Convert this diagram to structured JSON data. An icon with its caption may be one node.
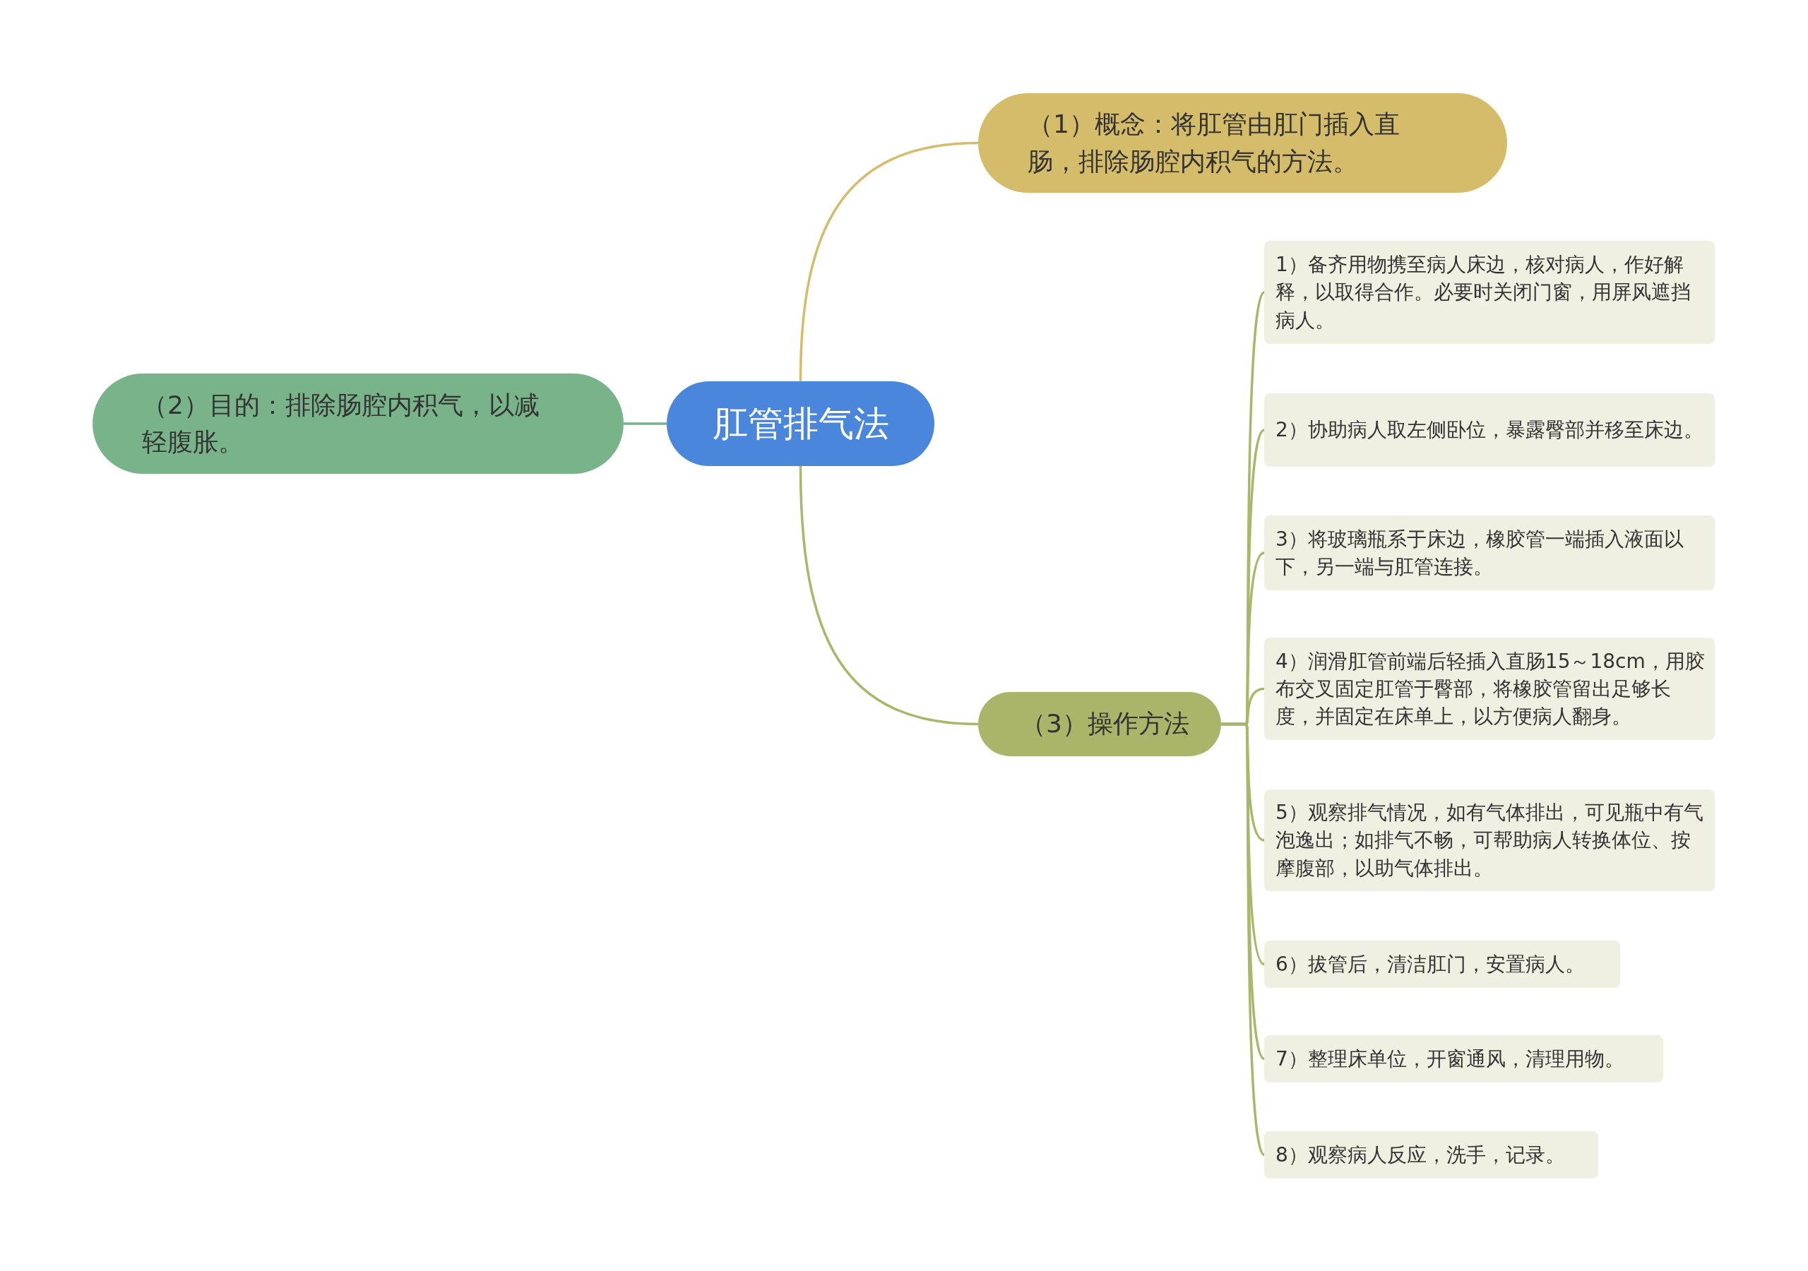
{
  "diagram": {
    "nodes": [
      {
        "text": [
          "肛管排气法"
        ]
      },
      {
        "text": [
          "（1）概念：将肛管由肛门插入直肠，排除肠腔内积气的方法。"
        ]
      },
      {
        "text": [
          "（2）目的：排除肠腔内积气，以减轻腹胀。"
        ]
      },
      {
        "text": [
          "（3）操作方法"
        ]
      },
      {
        "text": [
          "1）备齐用物携至病人床边，核对病人，作好解释，以取得合作。必要时关闭门窗，用屏风遮挡病人。"
        ]
      },
      {
        "text": [
          "2）协助病人取左侧卧位，暴露臀部并移至床边。"
        ]
      },
      {
        "text": [
          "3）将玻璃瓶系于床边，橡胶管一端插入液面以下，另一端与肛管连接。"
        ]
      },
      {
        "text": [
          "4）润滑肛管前端后轻插入直肠15～18cm，用胶布交叉固定肛管于臀部，将橡胶管留出足够长度，并固定在床单上，以方便病人翻身。"
        ]
      },
      {
        "text": [
          "5）观察排气情况，如有气体排出，可见瓶中有气泡逸出；如排气不畅，可帮助病人转换体位、按摩腹部，以助气体排出。"
        ]
      },
      {
        "text": [
          "6）拔管后，清洁肛门，安置病人。"
        ]
      },
      {
        "text": [
          "7）整理床单位，开窗通风，清理用物。"
        ]
      },
      {
        "text": [
          "8）观察病人反应，洗手，记录。"
        ]
      }
    ],
    "edges": [
      {
        "from": 0,
        "to": 1,
        "arrow": "none",
        "color": "#d4bc6a"
      },
      {
        "from": 0,
        "to": 2,
        "arrow": "none",
        "color": "#79b38a"
      },
      {
        "from": 0,
        "to": 3,
        "arrow": "none"
      },
      {
        "from": 3,
        "to": 4,
        "arrow": "none"
      },
      {
        "from": 3,
        "to": 5,
        "arrow": "none"
      },
      {
        "from": 3,
        "to": 6,
        "arrow": "none"
      },
      {
        "from": 3,
        "to": 7,
        "arrow": "none"
      },
      {
        "from": 3,
        "to": 8,
        "arrow": "none"
      },
      {
        "from": 3,
        "to": 9,
        "arrow": "none"
      },
      {
        "from": 3,
        "to": 10,
        "arrow": "none"
      },
      {
        "from": 3,
        "to": 11,
        "arrow": "none"
      }
    ]
  }
}
